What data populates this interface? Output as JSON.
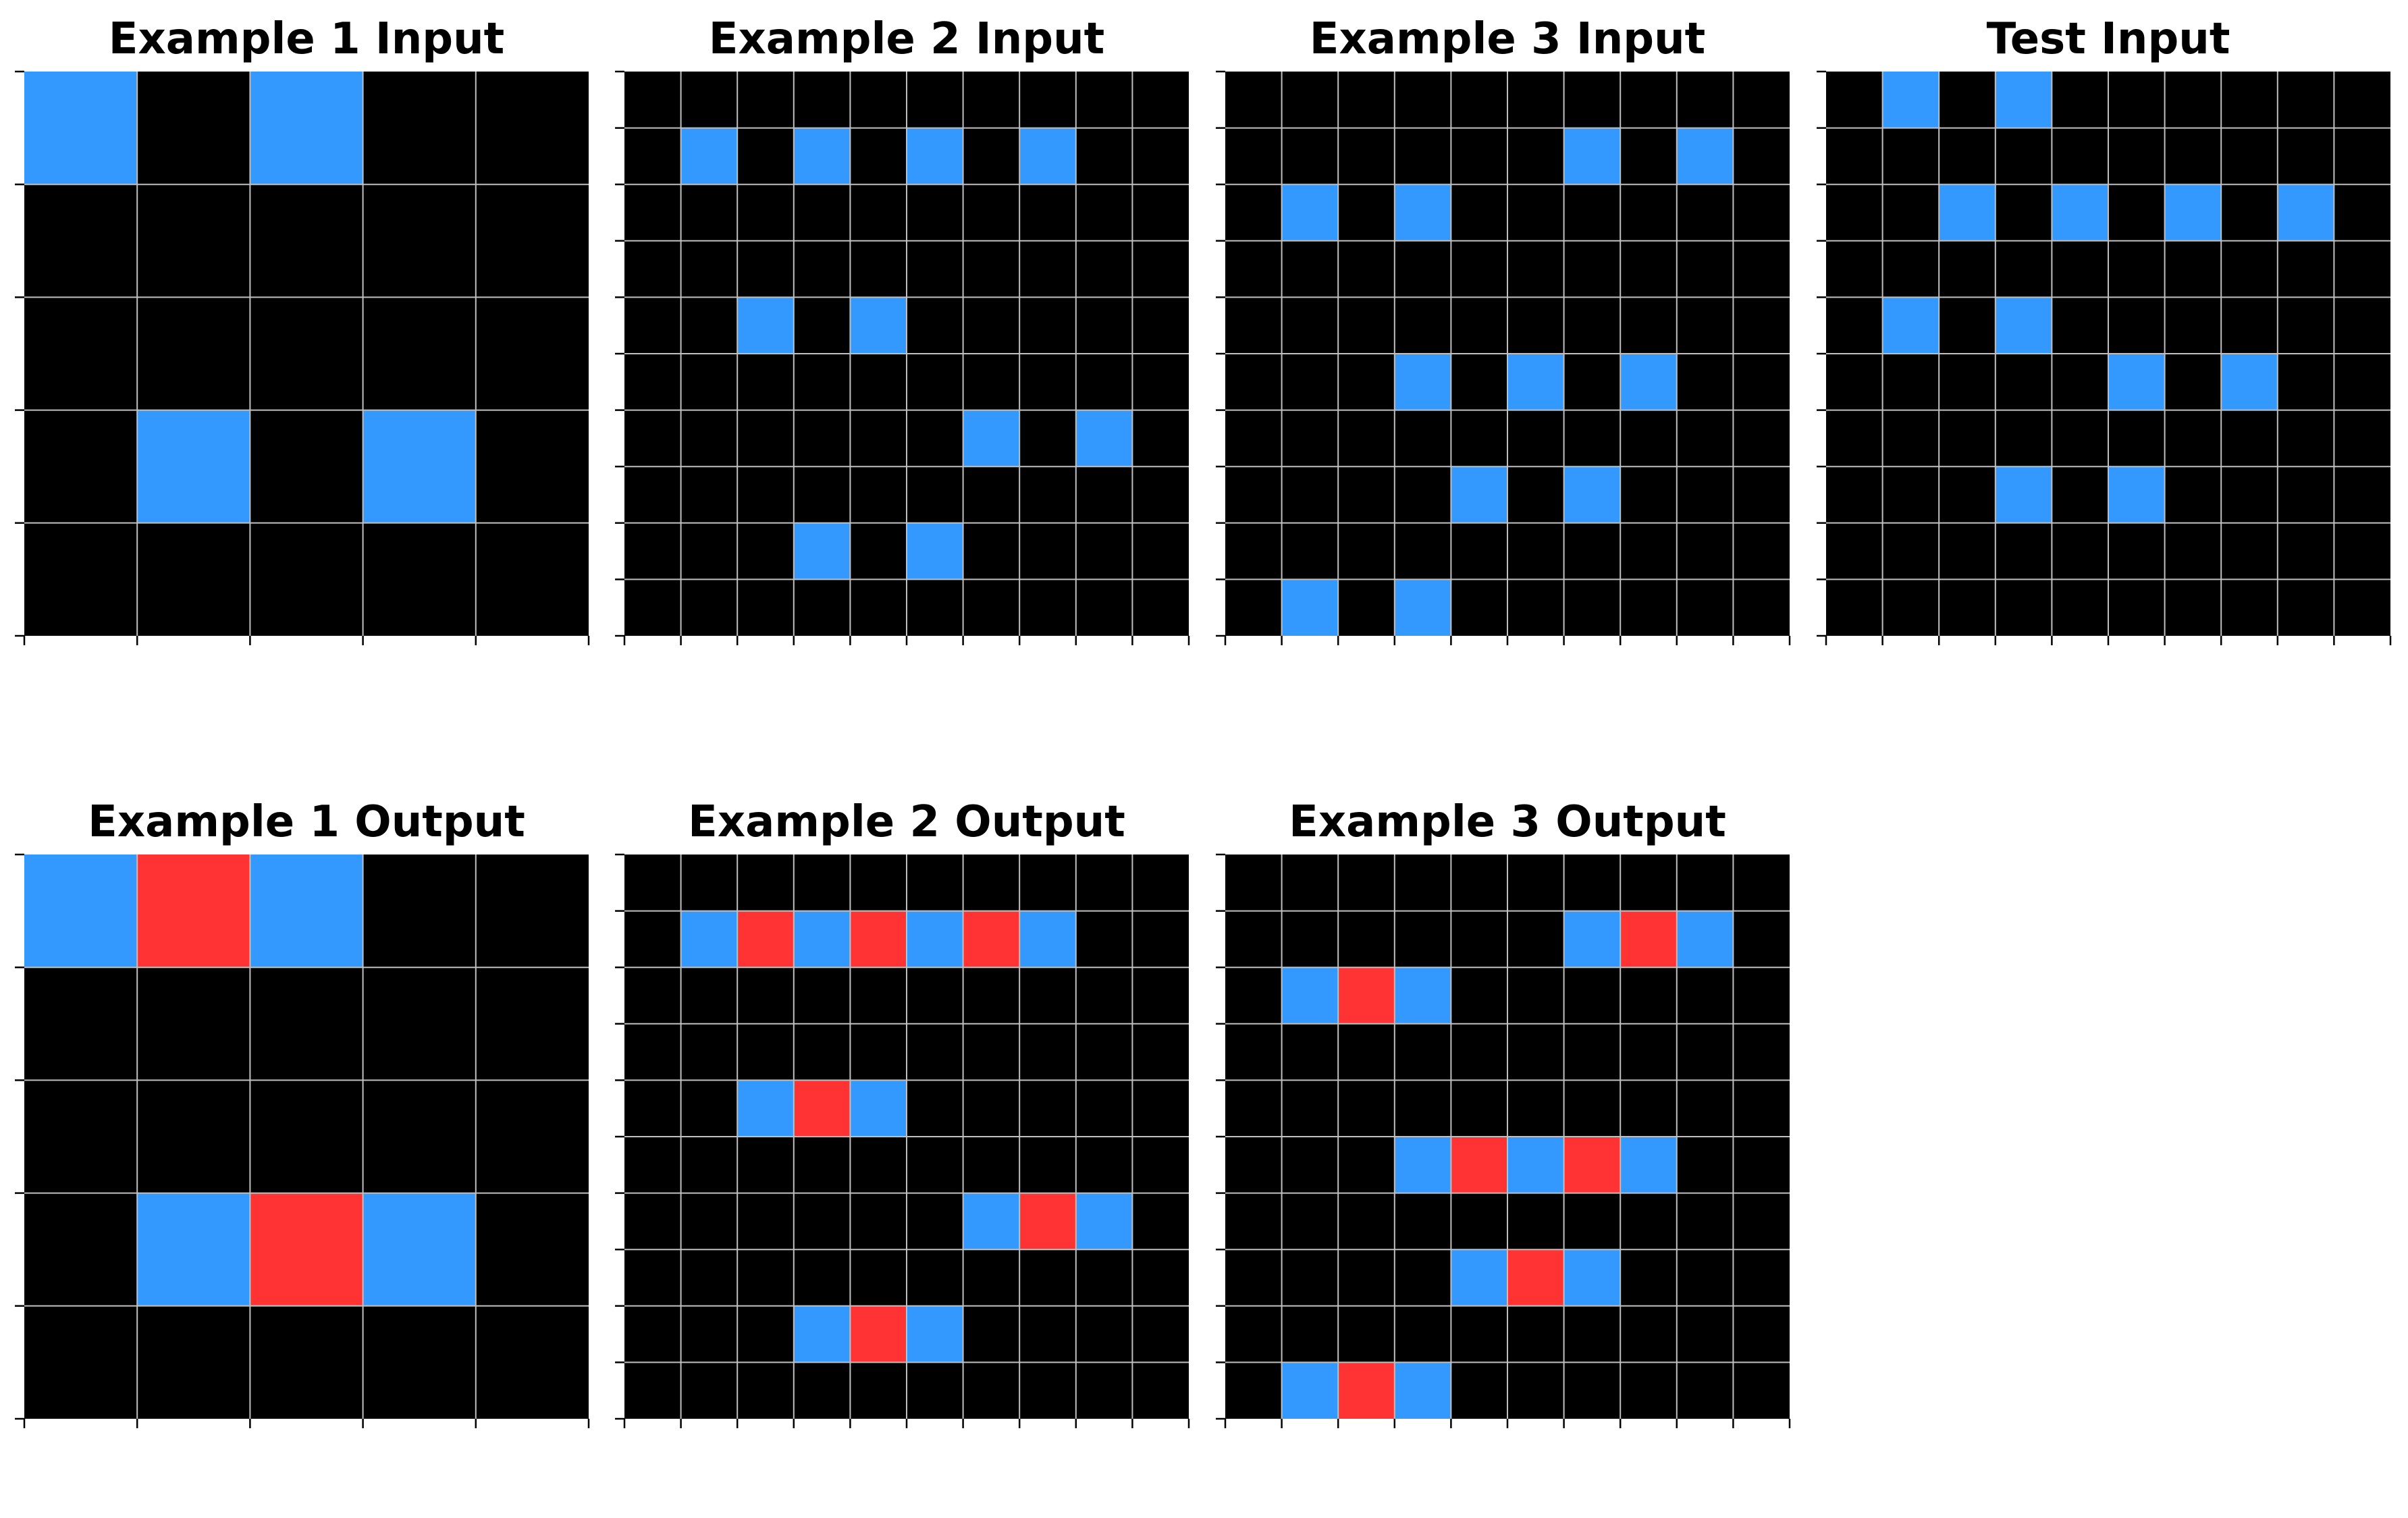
{
  "palette": {
    "0": "#000000",
    "1": "#3399ff",
    "2": "#ff3333"
  },
  "grid_line_color": "#c0c0c0",
  "panels": [
    {
      "id": "ex1-in",
      "title": "Example 1 Input",
      "rows": 5,
      "cols": 5,
      "cells": [
        [
          1,
          0,
          1,
          0,
          0
        ],
        [
          0,
          0,
          0,
          0,
          0
        ],
        [
          0,
          0,
          0,
          0,
          0
        ],
        [
          0,
          1,
          0,
          1,
          0
        ],
        [
          0,
          0,
          0,
          0,
          0
        ]
      ]
    },
    {
      "id": "ex2-in",
      "title": "Example 2 Input",
      "rows": 10,
      "cols": 10,
      "cells": [
        [
          0,
          0,
          0,
          0,
          0,
          0,
          0,
          0,
          0,
          0
        ],
        [
          0,
          1,
          0,
          1,
          0,
          1,
          0,
          1,
          0,
          0
        ],
        [
          0,
          0,
          0,
          0,
          0,
          0,
          0,
          0,
          0,
          0
        ],
        [
          0,
          0,
          0,
          0,
          0,
          0,
          0,
          0,
          0,
          0
        ],
        [
          0,
          0,
          1,
          0,
          1,
          0,
          0,
          0,
          0,
          0
        ],
        [
          0,
          0,
          0,
          0,
          0,
          0,
          0,
          0,
          0,
          0
        ],
        [
          0,
          0,
          0,
          0,
          0,
          0,
          1,
          0,
          1,
          0
        ],
        [
          0,
          0,
          0,
          0,
          0,
          0,
          0,
          0,
          0,
          0
        ],
        [
          0,
          0,
          0,
          1,
          0,
          1,
          0,
          0,
          0,
          0
        ],
        [
          0,
          0,
          0,
          0,
          0,
          0,
          0,
          0,
          0,
          0
        ]
      ]
    },
    {
      "id": "ex3-in",
      "title": "Example 3 Input",
      "rows": 10,
      "cols": 10,
      "cells": [
        [
          0,
          0,
          0,
          0,
          0,
          0,
          0,
          0,
          0,
          0
        ],
        [
          0,
          0,
          0,
          0,
          0,
          0,
          1,
          0,
          1,
          0
        ],
        [
          0,
          1,
          0,
          1,
          0,
          0,
          0,
          0,
          0,
          0
        ],
        [
          0,
          0,
          0,
          0,
          0,
          0,
          0,
          0,
          0,
          0
        ],
        [
          0,
          0,
          0,
          0,
          0,
          0,
          0,
          0,
          0,
          0
        ],
        [
          0,
          0,
          0,
          1,
          0,
          1,
          0,
          1,
          0,
          0
        ],
        [
          0,
          0,
          0,
          0,
          0,
          0,
          0,
          0,
          0,
          0
        ],
        [
          0,
          0,
          0,
          0,
          1,
          0,
          1,
          0,
          0,
          0
        ],
        [
          0,
          0,
          0,
          0,
          0,
          0,
          0,
          0,
          0,
          0
        ],
        [
          0,
          1,
          0,
          1,
          0,
          0,
          0,
          0,
          0,
          0
        ]
      ]
    },
    {
      "id": "test-in",
      "title": "Test Input",
      "rows": 10,
      "cols": 10,
      "cells": [
        [
          0,
          1,
          0,
          1,
          0,
          0,
          0,
          0,
          0,
          0
        ],
        [
          0,
          0,
          0,
          0,
          0,
          0,
          0,
          0,
          0,
          0
        ],
        [
          0,
          0,
          1,
          0,
          1,
          0,
          1,
          0,
          1,
          0
        ],
        [
          0,
          0,
          0,
          0,
          0,
          0,
          0,
          0,
          0,
          0
        ],
        [
          0,
          1,
          0,
          1,
          0,
          0,
          0,
          0,
          0,
          0
        ],
        [
          0,
          0,
          0,
          0,
          0,
          1,
          0,
          1,
          0,
          0
        ],
        [
          0,
          0,
          0,
          0,
          0,
          0,
          0,
          0,
          0,
          0
        ],
        [
          0,
          0,
          0,
          1,
          0,
          1,
          0,
          0,
          0,
          0
        ],
        [
          0,
          0,
          0,
          0,
          0,
          0,
          0,
          0,
          0,
          0
        ],
        [
          0,
          0,
          0,
          0,
          0,
          0,
          0,
          0,
          0,
          0
        ]
      ]
    },
    {
      "id": "ex1-out",
      "title": "Example 1 Output",
      "rows": 5,
      "cols": 5,
      "cells": [
        [
          1,
          2,
          1,
          0,
          0
        ],
        [
          0,
          0,
          0,
          0,
          0
        ],
        [
          0,
          0,
          0,
          0,
          0
        ],
        [
          0,
          1,
          2,
          1,
          0
        ],
        [
          0,
          0,
          0,
          0,
          0
        ]
      ]
    },
    {
      "id": "ex2-out",
      "title": "Example 2 Output",
      "rows": 10,
      "cols": 10,
      "cells": [
        [
          0,
          0,
          0,
          0,
          0,
          0,
          0,
          0,
          0,
          0
        ],
        [
          0,
          1,
          2,
          1,
          2,
          1,
          2,
          1,
          0,
          0
        ],
        [
          0,
          0,
          0,
          0,
          0,
          0,
          0,
          0,
          0,
          0
        ],
        [
          0,
          0,
          0,
          0,
          0,
          0,
          0,
          0,
          0,
          0
        ],
        [
          0,
          0,
          1,
          2,
          1,
          0,
          0,
          0,
          0,
          0
        ],
        [
          0,
          0,
          0,
          0,
          0,
          0,
          0,
          0,
          0,
          0
        ],
        [
          0,
          0,
          0,
          0,
          0,
          0,
          1,
          2,
          1,
          0
        ],
        [
          0,
          0,
          0,
          0,
          0,
          0,
          0,
          0,
          0,
          0
        ],
        [
          0,
          0,
          0,
          1,
          2,
          1,
          0,
          0,
          0,
          0
        ],
        [
          0,
          0,
          0,
          0,
          0,
          0,
          0,
          0,
          0,
          0
        ]
      ]
    },
    {
      "id": "ex3-out",
      "title": "Example 3 Output",
      "rows": 10,
      "cols": 10,
      "cells": [
        [
          0,
          0,
          0,
          0,
          0,
          0,
          0,
          0,
          0,
          0
        ],
        [
          0,
          0,
          0,
          0,
          0,
          0,
          1,
          2,
          1,
          0
        ],
        [
          0,
          1,
          2,
          1,
          0,
          0,
          0,
          0,
          0,
          0
        ],
        [
          0,
          0,
          0,
          0,
          0,
          0,
          0,
          0,
          0,
          0
        ],
        [
          0,
          0,
          0,
          0,
          0,
          0,
          0,
          0,
          0,
          0
        ],
        [
          0,
          0,
          0,
          1,
          2,
          1,
          2,
          1,
          0,
          0
        ],
        [
          0,
          0,
          0,
          0,
          0,
          0,
          0,
          0,
          0,
          0
        ],
        [
          0,
          0,
          0,
          0,
          1,
          2,
          1,
          0,
          0,
          0
        ],
        [
          0,
          0,
          0,
          0,
          0,
          0,
          0,
          0,
          0,
          0
        ],
        [
          0,
          1,
          2,
          1,
          0,
          0,
          0,
          0,
          0,
          0
        ]
      ]
    }
  ]
}
